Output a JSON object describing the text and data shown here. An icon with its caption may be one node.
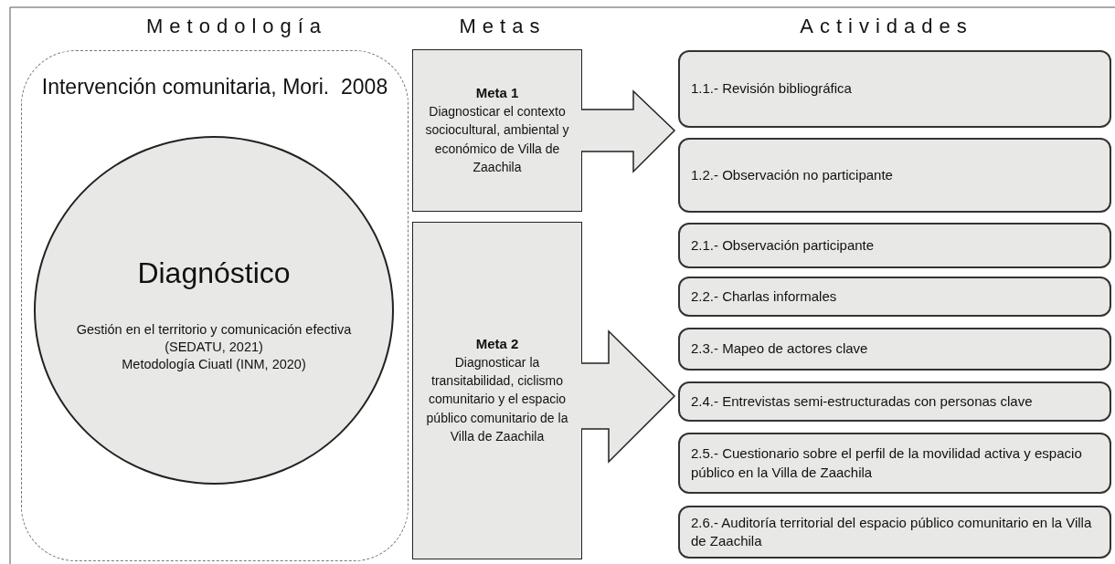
{
  "diagram": {
    "nodes": [
      {
        "text": [
          "Intervención comunitaria, Mori.  2008"
        ]
      },
      {
        "text": [
          "Diagnóstico",
          "Gestión en el territorio y comunicación efectiva (SEDATU, 2021)",
          "Metodología Ciuatl (INM, 2020)"
        ],
        "in": 0
      },
      {
        "text": [
          "Meta 1",
          "Diagnosticar el contexto sociocultural, ambiental y económico de Villa de Zaachila"
        ]
      },
      {
        "text": [
          "Meta 2",
          "Diagnosticar la transitabilidad, ciclismo comunitario y el espacio público comunitario de la Villa de Zaachila"
        ]
      },
      {
        "text": [
          "1.1.- Revisión bibliográfica"
        ]
      },
      {
        "text": [
          "1.2.- Observación no participante"
        ]
      },
      {
        "text": [
          "2.1.- Observación participante"
        ]
      },
      {
        "text": [
          "2.2.- Charlas informales"
        ]
      },
      {
        "text": [
          "2.3.- Mapeo de actores clave"
        ]
      },
      {
        "text": [
          "2.4.- Entrevistas semi-estructuradas con personas clave"
        ]
      },
      {
        "text": [
          "2.5.- Cuestionario sobre el perfil de la movilidad activa y espacio público en la Villa de Zaachila"
        ]
      },
      {
        "text": [
          "2.6.- Auditoría territorial del espacio público comunitario en la Villa de Zaachila"
        ]
      }
    ],
    "edges": [
      {
        "from": 2,
        "to": null,
        "arrow": "to"
      },
      {
        "from": 3,
        "to": null,
        "arrow": "to"
      }
    ],
    "labels": [
      "Metodología",
      "Metas",
      "Actividades"
    ]
  }
}
